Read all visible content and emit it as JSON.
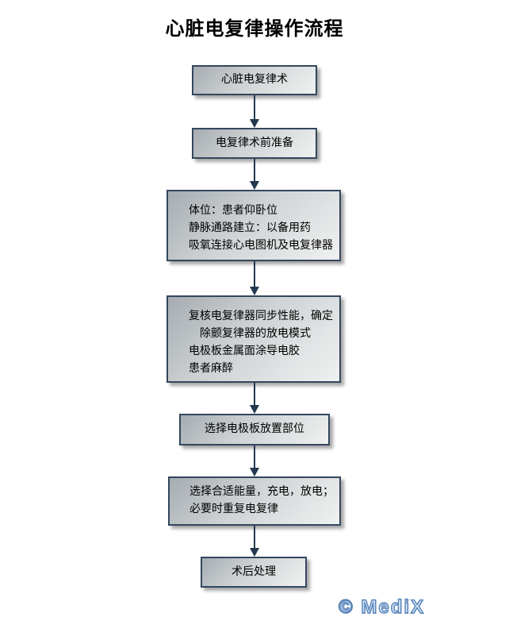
{
  "title": "心脏电复律操作流程",
  "watermark": "© MediX",
  "colors": {
    "box_border": "#33475e",
    "box_fill_dark": "#a6acb1",
    "box_fill_light": "#f0f1f1",
    "arrow": "#23384f",
    "watermark_fill": "#cfe0f2",
    "watermark_stroke": "#5a86bb",
    "title_text": "#000000",
    "background": "#ffffff"
  },
  "flowchart": {
    "direction": "top-down",
    "nodes": [
      {
        "id": "start",
        "align": "center",
        "lines": [
          "心脏电复律术"
        ]
      },
      {
        "id": "preparation",
        "align": "center",
        "lines": [
          "电复律术前准备"
        ]
      },
      {
        "id": "positioning",
        "align": "left",
        "lines": [
          "体位：患者仰卧位",
          "静脉通路建立：以备用药",
          "吸氧连接心电图机及电复律器"
        ]
      },
      {
        "id": "device-check",
        "align": "left",
        "lines": [
          "复核电复律器同步性能，确定",
          "　除颤复律器的放电模式",
          "电极板金属面涂导电胶",
          "患者麻醉"
        ]
      },
      {
        "id": "electrode-site",
        "align": "center",
        "lines": [
          "选择电极板放置部位"
        ]
      },
      {
        "id": "energy-discharge",
        "align": "left",
        "lines": [
          "选择合适能量，充电，放电；",
          "必要时重复电复律"
        ]
      },
      {
        "id": "post-procedure",
        "align": "center",
        "lines": [
          "术后处理"
        ]
      }
    ],
    "connections": [
      "start→preparation",
      "preparation→positioning",
      "positioning→device-check",
      "device-check→electrode-site",
      "electrode-site→energy-discharge",
      "energy-discharge→post-procedure"
    ]
  }
}
